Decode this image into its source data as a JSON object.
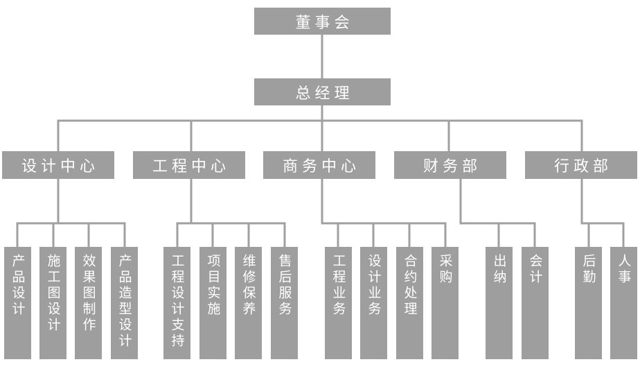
{
  "org": {
    "board": "董事会",
    "gm": "总经理",
    "departments": [
      {
        "name": "设计中心",
        "children": [
          "产品设计",
          "施工图设计",
          "效果图制作",
          "产品造型设计"
        ]
      },
      {
        "name": "工程中心",
        "children": [
          "工程设计支持",
          "项目实施",
          "维修保养",
          "售后服务"
        ]
      },
      {
        "name": "商务中心",
        "children": [
          "工程业务",
          "设计业务",
          "合约处理",
          "采购"
        ]
      },
      {
        "name": "财务部",
        "children": [
          "出纳",
          "会计"
        ]
      },
      {
        "name": "行政部",
        "children": [
          "后勤",
          "人事"
        ]
      }
    ]
  }
}
